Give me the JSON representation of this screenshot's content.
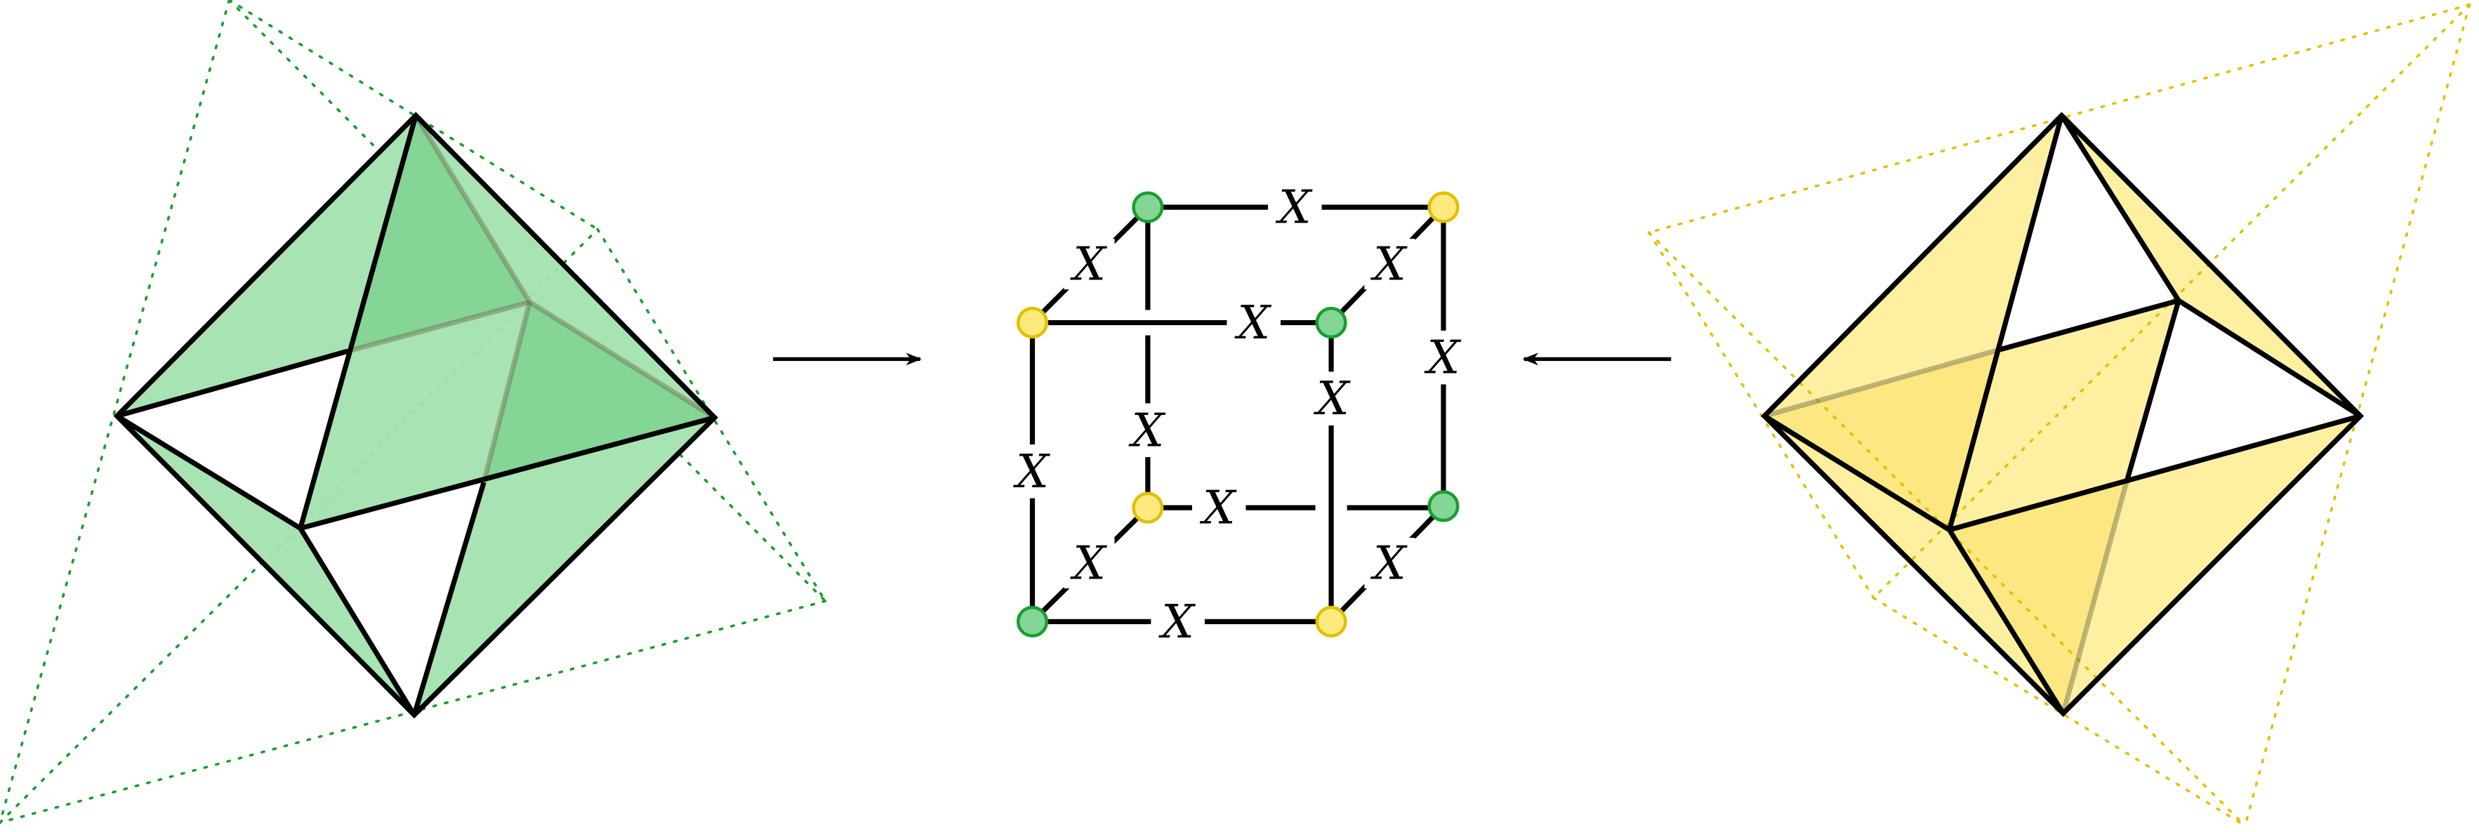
{
  "colors": {
    "green_fill": "#a3e2b0",
    "green_dark": "#84d596",
    "green_stroke": "#1a9e2e",
    "yellow_fill": "#fef0a0",
    "yellow_dark": "#fde782",
    "yellow_stroke": "#e2c000",
    "node_green": "#84d696",
    "node_yellow": "#fde97e"
  },
  "cube": {
    "edge_labels": [
      "X",
      "X",
      "X",
      "X",
      "X",
      "X",
      "X",
      "X",
      "X",
      "X",
      "X",
      "X"
    ],
    "nodes": [
      "green",
      "yellow",
      "yellow",
      "green",
      "yellow",
      "green",
      "green",
      "yellow"
    ]
  },
  "arrows": [
    "right-arrow",
    "left-arrow"
  ]
}
